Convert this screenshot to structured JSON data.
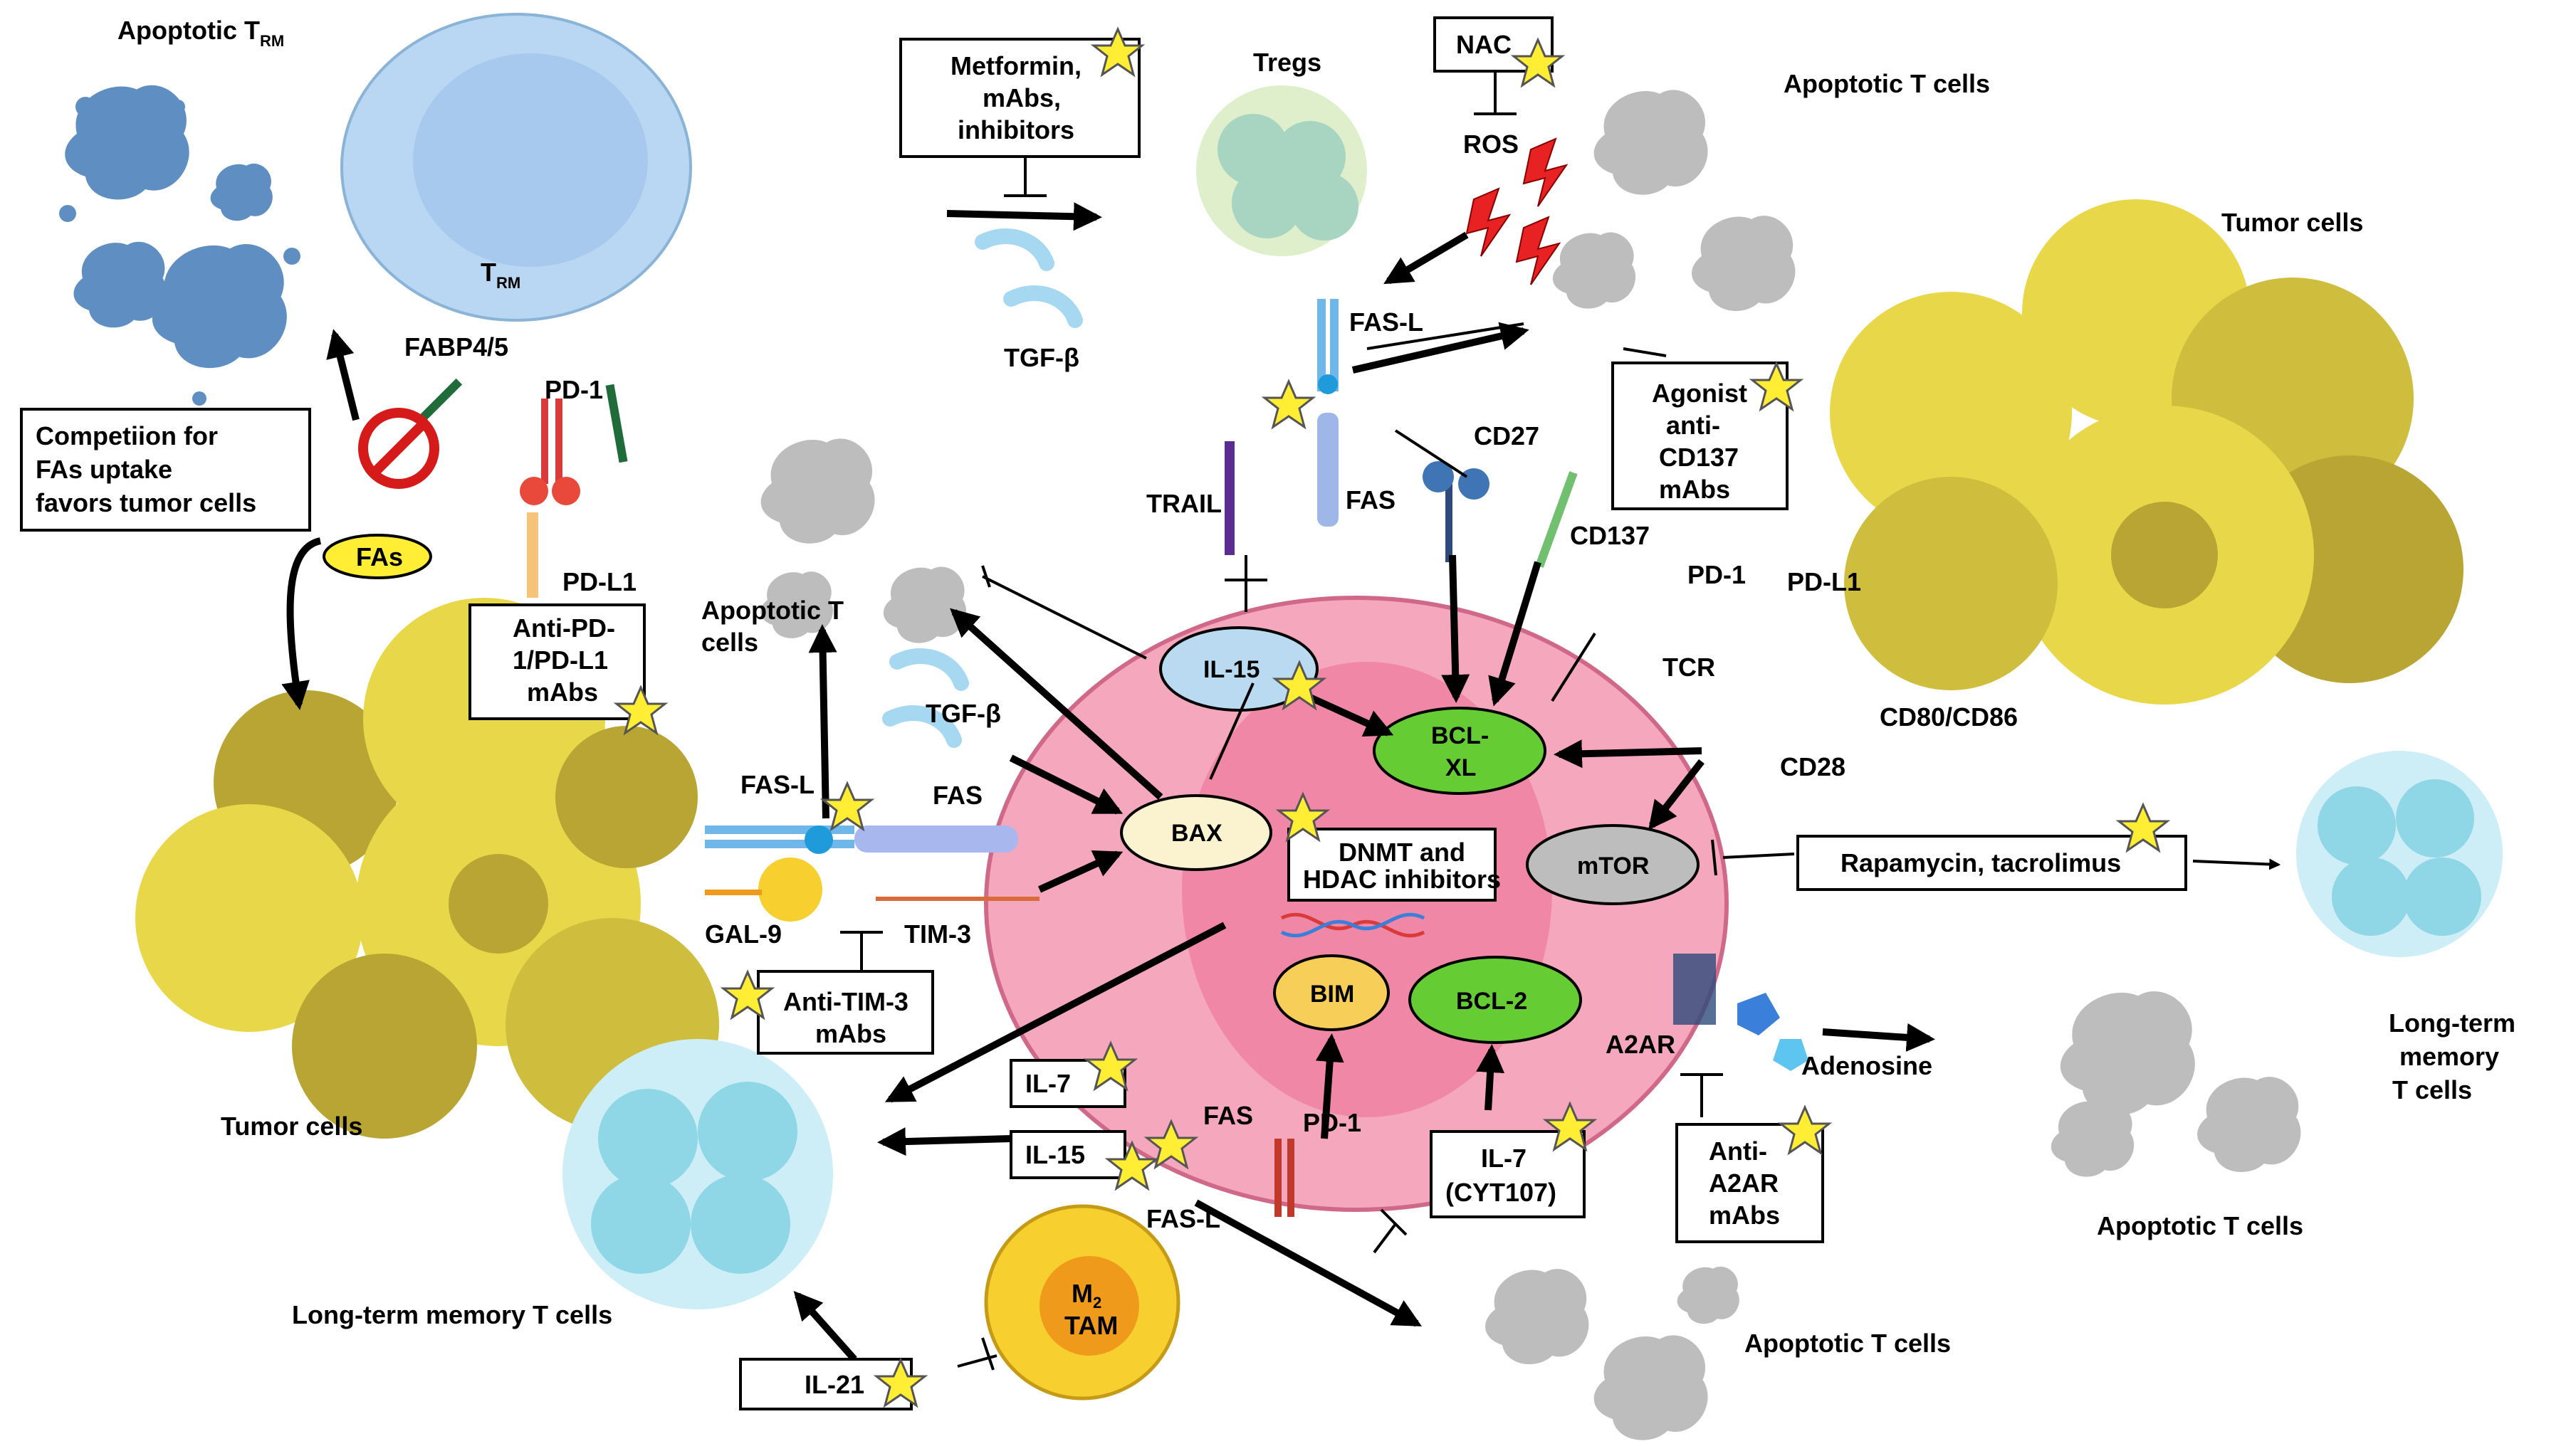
{
  "labels": {
    "apoptotic_trm": "Apoptotic T",
    "apoptotic_trm_sub": "RM",
    "trm": "T",
    "trm_sub": "RM",
    "fabp": "FABP4/5",
    "pd1_top": "PD-1",
    "competition": [
      "Competiion for",
      "FAs uptake",
      "favors tumor cells"
    ],
    "fas_pill": "FAs",
    "pdl1_left": "PD-L1",
    "anti_pd1": [
      "Anti-PD-",
      "1/PD-L1",
      "mAbs"
    ],
    "tumor_left": "Tumor cells",
    "metformin": [
      "Metformin,",
      "mAbs,",
      "inhibitors"
    ],
    "tgfb_top": "TGF-β",
    "tregs": "Tregs",
    "nac": "NAC",
    "ros": "ROS",
    "apoptotic_top_right": "Apoptotic T cells",
    "fasl_top": "FAS-L",
    "fas_top": "FAS",
    "trail": "TRAIL",
    "cd27": "CD27",
    "agonist": [
      "Agonist",
      "anti-",
      "CD137",
      "mAbs"
    ],
    "cd137": "CD137",
    "tumor_right": "Tumor cells",
    "pd1_right": "PD-1",
    "pdl1_right": "PD-L1",
    "tcr": "TCR",
    "cd80": "CD80/CD86",
    "cd28": "CD28",
    "apoptotic_mid_left": [
      "Apoptotic T",
      "cells"
    ],
    "tgfb_mid": "TGF-β",
    "il15_center": "IL-15",
    "bcl_xl": [
      "BCL-",
      "XL"
    ],
    "bax": "BAX",
    "dnmt": [
      "DNMT and",
      "HDAC inhibitors"
    ],
    "mtor": "mTOR",
    "rapamycin": "Rapamycin, tacrolimus",
    "long_term_right": [
      "Long-term",
      "memory",
      "T cells"
    ],
    "fasl_left": "FAS-L",
    "fas_left": "FAS",
    "gal9": "GAL-9",
    "tim3": "TIM-3",
    "anti_tim3": [
      "Anti-TIM-3",
      "mAbs"
    ],
    "bim": "BIM",
    "bcl2": "BCL-2",
    "a2ar": "A2AR",
    "adenosine": "Adenosine",
    "apoptotic_bottom_right": "Apoptotic T cells",
    "anti_a2ar": [
      "Anti-",
      "A2AR",
      "mAbs"
    ],
    "il7_left": "IL-7",
    "il15_left": "IL-15",
    "fas_bottom": "FAS",
    "fasl_bottom": "FAS-L",
    "pd1_bottom": "PD-1",
    "il7_cyt": [
      "IL-7",
      "(CYT107)"
    ],
    "long_term_left": "Long-term memory T cells",
    "m2": "M",
    "m2_sub": "2",
    "tam": "TAM",
    "il21": "IL-21",
    "apoptotic_bottom": "Apoptotic T cells"
  },
  "colors": {
    "tcell_outer": "#f4a7bd",
    "tcell_inner": "#ef7fa0",
    "tumor": "#e9d74a",
    "tumor_dark": "#b9a533",
    "apoptotic_gray": "#bdbdbd",
    "trm_blue": "#b9d7f2",
    "memory_cyan": "#8fd6e6",
    "bcl_green": "#66cc33",
    "il15_blue": "#b9daf0",
    "bax_cream": "#fbf3cf",
    "bim_yellow": "#f7cf58",
    "mtor_gray": "#bdbdbd",
    "star_yellow": "#ffee33",
    "tam_yellow": "#f7cf2e"
  },
  "icons": [
    "star-icon",
    "prohibited-icon",
    "lightning-icon",
    "dna-icon",
    "receptor-icon"
  ]
}
